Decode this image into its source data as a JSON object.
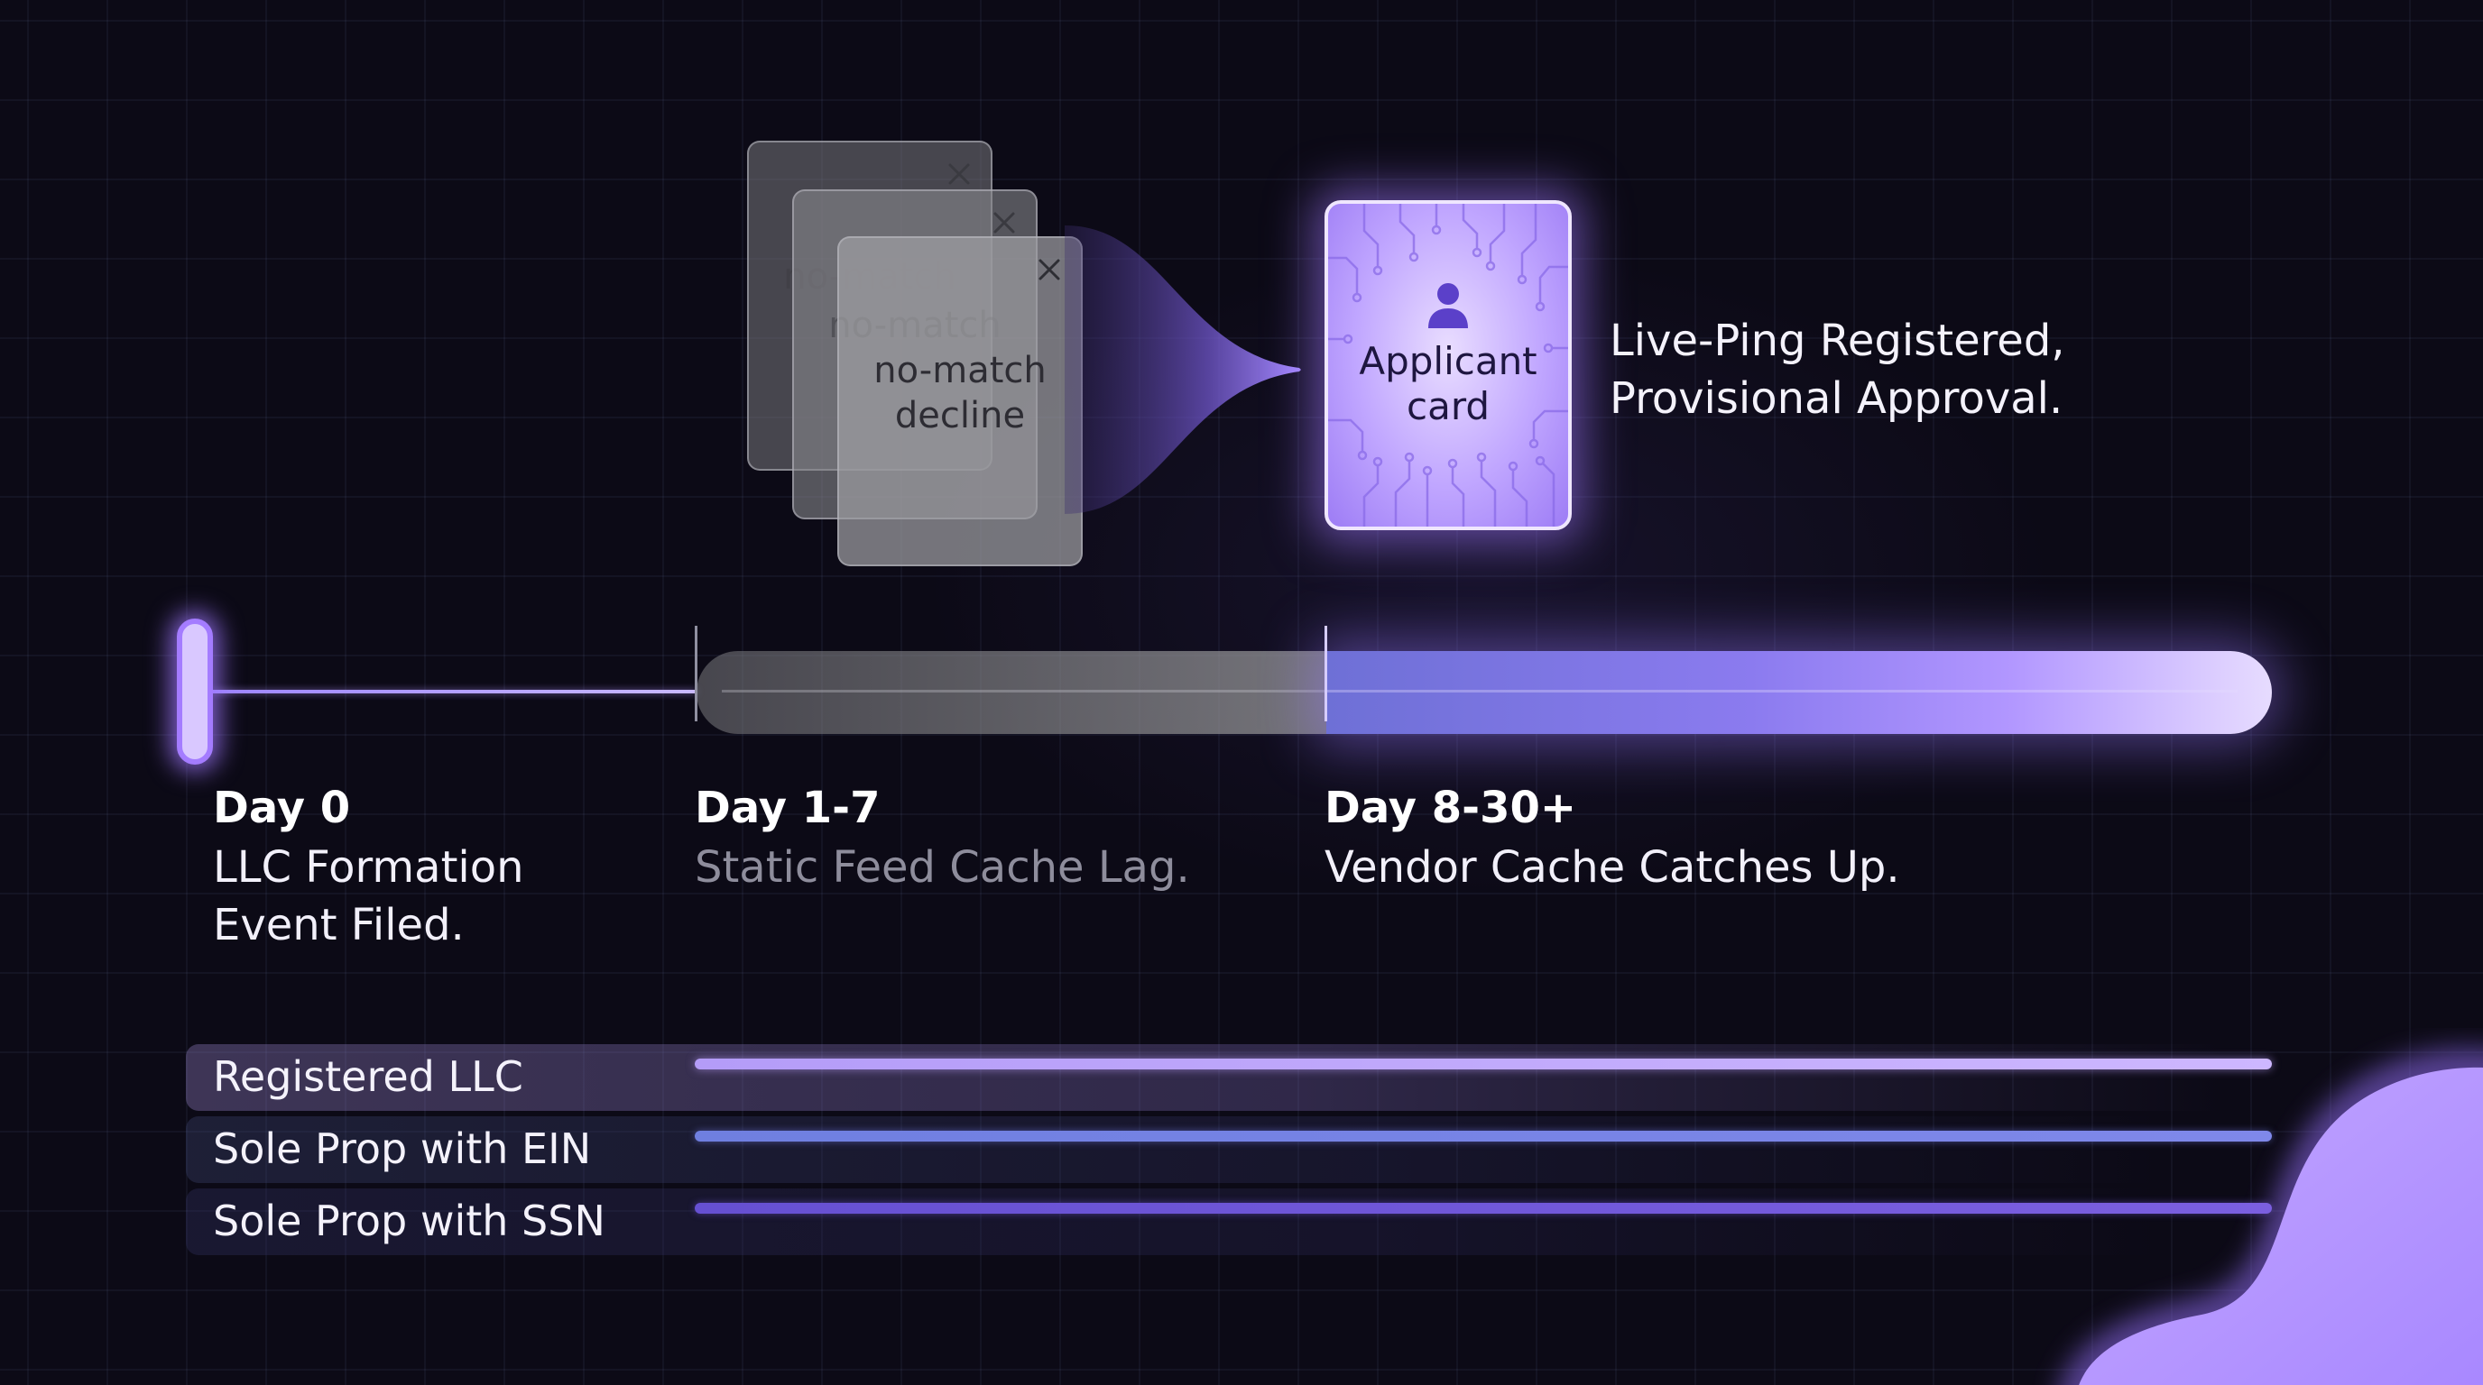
{
  "timeline": {
    "markers": [
      {
        "title": "Day 0",
        "description": "LLC Formation Event Filed."
      },
      {
        "title": "Day 1-7",
        "description": "Static Feed Cache Lag."
      },
      {
        "title": "Day 8-30+",
        "description": "Vendor Cache Catches Up."
      }
    ]
  },
  "decline_cards": {
    "ghost_text": "no-match",
    "front_text": "no-match decline",
    "icon": "close-icon"
  },
  "applicant_card": {
    "label": "Applicant card",
    "icon": "user-icon",
    "caption": "Live-Ping Registered, Provisional Approval."
  },
  "entity_rows": [
    {
      "label": "Registered LLC",
      "color": "#c4aefd"
    },
    {
      "label": "Sole Prop with EIN",
      "color": "#7884e6"
    },
    {
      "label": "Sole Prop with SSN",
      "color": "#6f57da"
    }
  ],
  "colors": {
    "background": "#0c0a16",
    "accent": "#a47cff",
    "gray_bar": "#8a8a8f"
  }
}
